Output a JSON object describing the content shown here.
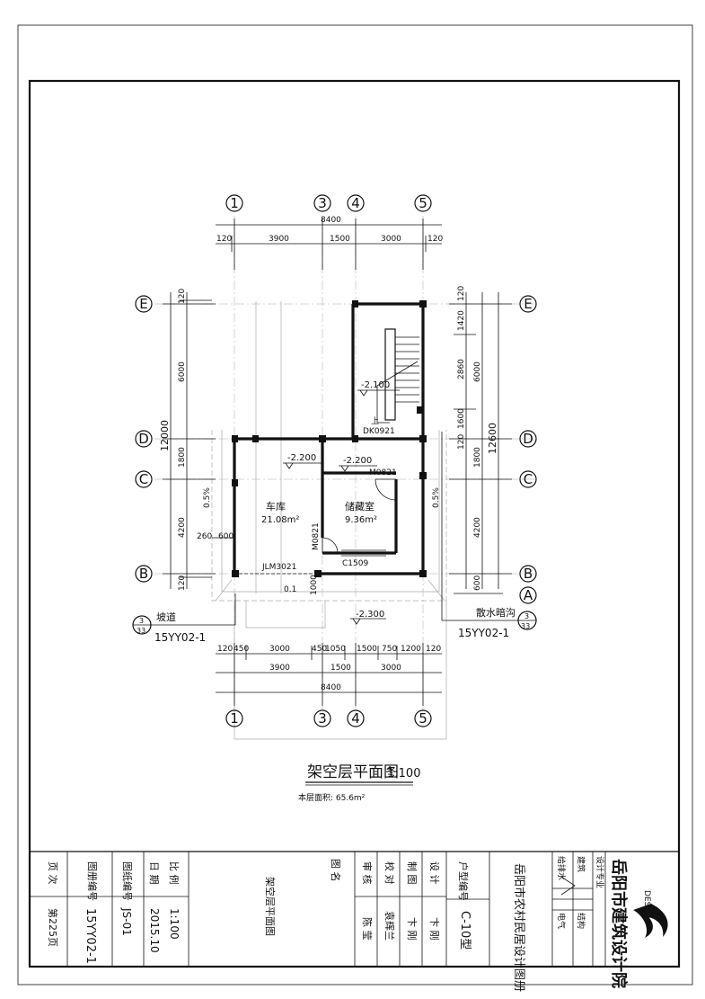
{
  "drawing": {
    "axes_vertical": [
      "1",
      "3",
      "4",
      "5"
    ],
    "axes_horizontal": [
      "E",
      "D",
      "C",
      "B",
      "A"
    ],
    "top_dims": {
      "total": "8400",
      "row": [
        "120",
        "3900",
        "1500",
        "3000",
        "120"
      ]
    },
    "bottom_dims": {
      "row1": [
        "120",
        "450",
        "3000",
        "450",
        "1050",
        "1500",
        "750",
        "1200",
        "120"
      ],
      "row2": [
        "3900",
        "1500",
        "3000"
      ],
      "total": "8400"
    },
    "left_dims": {
      "total": "12000",
      "seg": [
        "120",
        "6000",
        "1800",
        "4200",
        "120"
      ],
      "inner": [
        "260",
        "600"
      ],
      "slope": "0.5%"
    },
    "right_dims": {
      "total": "12600",
      "seg1": [
        "120",
        "1420",
        "2860",
        "1600",
        "120"
      ],
      "seg2": [
        "6000",
        "1800",
        "4200",
        "600"
      ],
      "slope": "0.5%"
    },
    "rooms": [
      {
        "name": "车库",
        "area": "21.08m²"
      },
      {
        "name": "储藏室",
        "area": "9.36m²"
      }
    ],
    "levels": [
      "-2.100",
      "-2.200",
      "-2.200",
      "-2.300"
    ],
    "labels": {
      "stair_up": "上",
      "dk": "DK0921",
      "m1": "M0821",
      "m2": "M0821",
      "c": "C1509",
      "jlm": "JLM3021",
      "step_h": "1000",
      "step_v": "0.1",
      "ramp": "坡道",
      "ramp_ref": "15YY02-1",
      "ramp_idx": "33",
      "ditch": "散水暗沟",
      "ditch_ref": "15YY02-1",
      "ditch_idx": "33",
      "sheet_idx": "3"
    },
    "title": "架空层平面图",
    "scale": "1:100",
    "area_note": "本层面积: 65.6m²"
  },
  "title_block": {
    "institute": "岳阳市建筑设计院",
    "logo_text": "DESIGN",
    "atlas": "岳阳市农村民居设计图册",
    "spec_label": "设计专业",
    "disciplines": [
      "建筑",
      "结构",
      "给排水",
      "电气"
    ],
    "house_type_label": "户型编号",
    "house_type": "C-10型",
    "roles": [
      "设  计",
      "制  图",
      "校  对",
      "审  核"
    ],
    "signatures": [
      "卞 刚",
      "卞 刚",
      "袁辉兰",
      "陈 莹"
    ],
    "drawing_name_label": "图  名",
    "drawing_name": "架空层平面图",
    "meta_labels": [
      "比  例",
      "日  期",
      "图纸编号",
      "图册编号",
      "页  次"
    ],
    "meta_values": [
      "1:100",
      "2015.10",
      "JS-01",
      "15YY02-1",
      "第225页"
    ]
  }
}
